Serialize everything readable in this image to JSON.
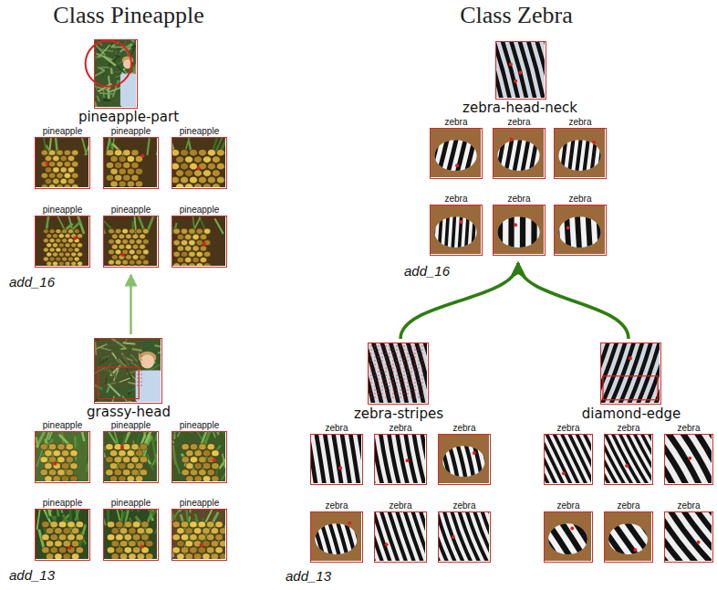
{
  "diagram": {
    "nodes": [
      {
        "text": [
          "pineapple-part"
        ]
      },
      {
        "text": [
          "pineapple"
        ],
        "in": 0
      },
      {
        "text": [
          "pineapple"
        ],
        "in": 0
      },
      {
        "text": [
          "pineapple"
        ],
        "in": 0
      },
      {
        "text": [
          "pineapple"
        ],
        "in": 0
      },
      {
        "text": [
          "pineapple"
        ],
        "in": 0
      },
      {
        "text": [
          "pineapple"
        ],
        "in": 0
      },
      {
        "text": [
          "grassy-head"
        ]
      },
      {
        "text": [
          "pineapple"
        ],
        "in": 7
      },
      {
        "text": [
          "pineapple"
        ],
        "in": 7
      },
      {
        "text": [
          "pineapple"
        ],
        "in": 7
      },
      {
        "text": [
          "pineapple"
        ],
        "in": 7
      },
      {
        "text": [
          "pineapple"
        ],
        "in": 7
      },
      {
        "text": [
          "pineapple"
        ],
        "in": 7
      },
      {
        "text": [
          "zebra-head-neck"
        ]
      },
      {
        "text": [
          "zebra"
        ],
        "in": 14
      },
      {
        "text": [
          "zebra"
        ],
        "in": 14
      },
      {
        "text": [
          "zebra"
        ],
        "in": 14
      },
      {
        "text": [
          "zebra"
        ],
        "in": 14
      },
      {
        "text": [
          "zebra"
        ],
        "in": 14
      },
      {
        "text": [
          "zebra"
        ],
        "in": 14
      },
      {
        "text": [
          "zebra-stripes"
        ]
      },
      {
        "text": [
          "zebra"
        ],
        "in": 21
      },
      {
        "text": [
          "zebra"
        ],
        "in": 21
      },
      {
        "text": [
          "zebra"
        ],
        "in": 21
      },
      {
        "text": [
          "zebra"
        ],
        "in": 21
      },
      {
        "text": [
          "zebra"
        ],
        "in": 21
      },
      {
        "text": [
          "zebra"
        ],
        "in": 21
      },
      {
        "text": [
          "diamond-edge"
        ]
      },
      {
        "text": [
          "zebra"
        ],
        "in": 28
      },
      {
        "text": [
          "zebra"
        ],
        "in": 28
      },
      {
        "text": [
          "zebra"
        ],
        "in": 28
      },
      {
        "text": [
          "zebra"
        ],
        "in": 28
      },
      {
        "text": [
          "zebra"
        ],
        "in": 28
      },
      {
        "text": [
          "zebra"
        ],
        "in": 28
      }
    ],
    "edges": [
      {
        "from": 7,
        "to": 0,
        "arrow": "to"
      },
      {
        "from": 21,
        "to": 14,
        "arrow": "to"
      },
      {
        "from": 28,
        "to": 14,
        "arrow": "to"
      }
    ],
    "labels": [
      "Class Pineapple",
      "Class Zebra",
      "add_16",
      "add_13",
      "add_16",
      "add_13"
    ]
  }
}
